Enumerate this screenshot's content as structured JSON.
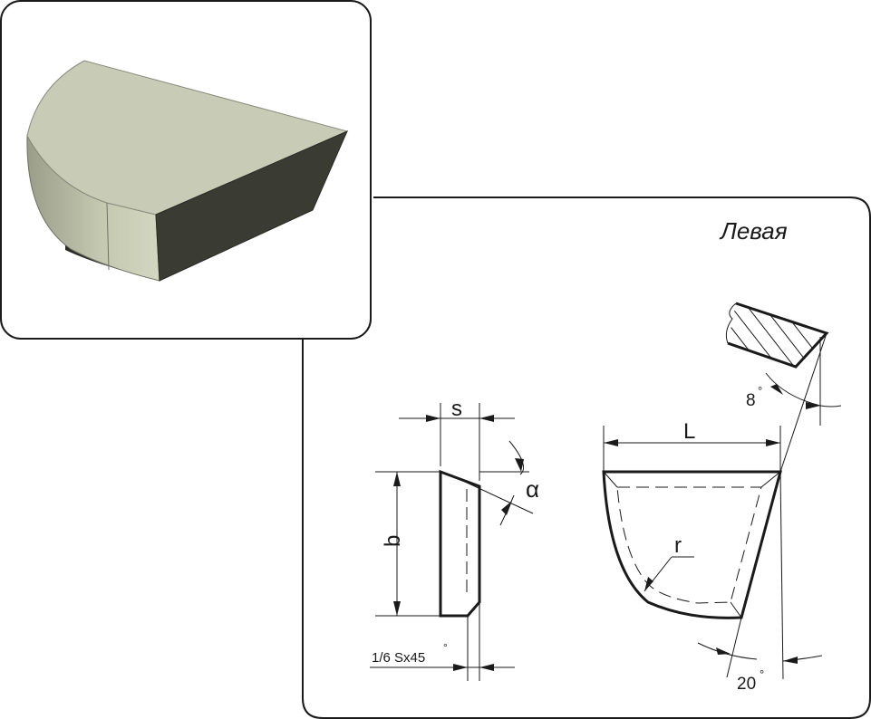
{
  "drawing": {
    "title": "Левая",
    "labels": {
      "thickness": "s",
      "angle_alpha": "α",
      "height": "b",
      "chamfer": "1/6 Sx45",
      "chamfer_degree": "°",
      "length": "L",
      "radius": "r",
      "angle_8": "8",
      "angle_8_degree": "°",
      "angle_20": "20",
      "angle_20_degree": "°"
    },
    "colors": {
      "frame": "#1a1a1a",
      "render_top": "#c6c9b4",
      "render_front": "#3a3b33",
      "render_side": "#c0c4ab",
      "render_shadow": "#6e7064"
    }
  }
}
